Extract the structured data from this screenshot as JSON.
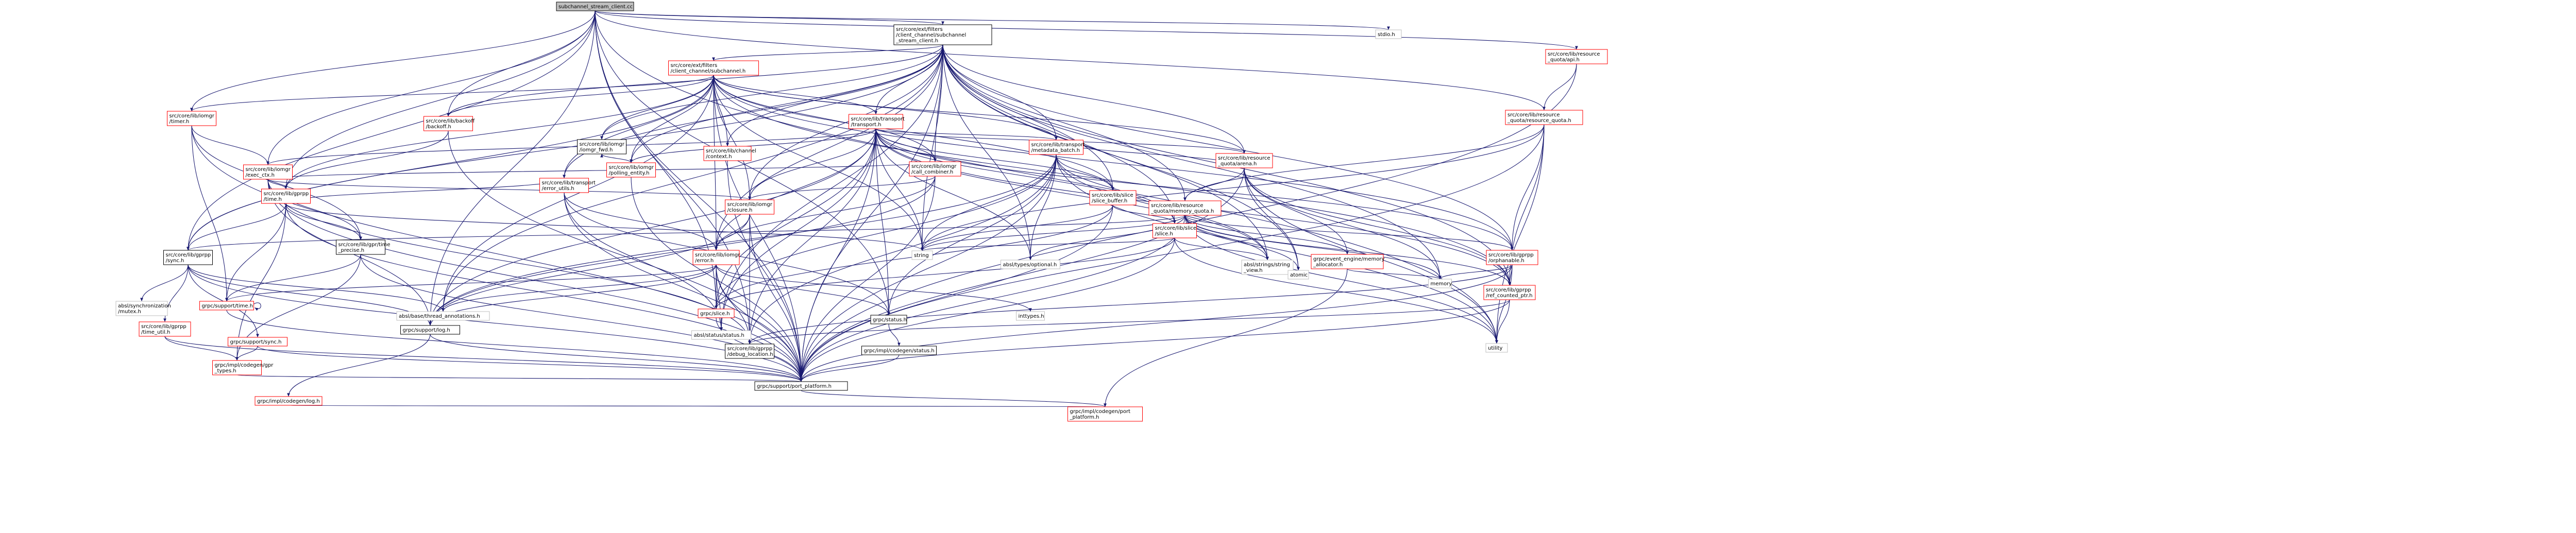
{
  "graph": {
    "colors": {
      "edge": "#191970",
      "root_fill": "#bfbfbf",
      "node_fill": "#ffffff",
      "node_stroke_red": "#ff0000",
      "node_stroke_gray": "#bfbfbf",
      "text_red": "#ff0000",
      "text_plain": "#000000",
      "text_black": "#000000",
      "root_stroke": "#000000"
    },
    "nodes": [
      {
        "id": "n0",
        "lines": [
          "subchannel_stream_client.cc"
        ],
        "style": "root"
      },
      {
        "id": "n1",
        "lines": [
          "src/core/ext/filters",
          "/client_channel/subchannel",
          "_stream_client.h"
        ],
        "style": "plain"
      },
      {
        "id": "n2",
        "lines": [
          "stdio.h"
        ],
        "style": "gray"
      },
      {
        "id": "n3",
        "lines": [
          "src/core/lib/resource",
          "_quota/api.h"
        ],
        "style": "red"
      },
      {
        "id": "n4",
        "lines": [
          "src/core/ext/filters",
          "/client_channel/subchannel.h"
        ],
        "style": "red"
      },
      {
        "id": "n5",
        "lines": [
          "src/core/lib/iomgr",
          "/timer.h"
        ],
        "style": "red"
      },
      {
        "id": "n6",
        "lines": [
          "src/core/lib/backoff",
          "/backoff.h"
        ],
        "style": "red"
      },
      {
        "id": "n7",
        "lines": [
          "src/core/lib/transport",
          "/transport.h"
        ],
        "style": "red"
      },
      {
        "id": "n8",
        "lines": [
          "src/core/lib/resource",
          "_quota/resource_quota.h"
        ],
        "style": "red"
      },
      {
        "id": "n9",
        "lines": [
          "src/core/lib/iomgr",
          "/iomgr_fwd.h"
        ],
        "style": "plain"
      },
      {
        "id": "n10",
        "lines": [
          "src/core/lib/iomgr",
          "/polling_entity.h"
        ],
        "style": "red"
      },
      {
        "id": "n11",
        "lines": [
          "src/core/lib/channel",
          "/context.h"
        ],
        "style": "red"
      },
      {
        "id": "n12",
        "lines": [
          "src/core/lib/iomgr",
          "/call_combiner.h"
        ],
        "style": "red"
      },
      {
        "id": "n13",
        "lines": [
          "src/core/lib/transport",
          "/metadata_batch.h"
        ],
        "style": "red"
      },
      {
        "id": "n14",
        "lines": [
          "src/core/lib/iomgr",
          "/exec_ctx.h"
        ],
        "style": "red"
      },
      {
        "id": "n15",
        "lines": [
          "src/core/lib/transport",
          "/error_utils.h"
        ],
        "style": "red"
      },
      {
        "id": "n16",
        "lines": [
          "src/core/lib/slice",
          "/slice_buffer.h"
        ],
        "style": "red"
      },
      {
        "id": "n17",
        "lines": [
          "src/core/lib/resource",
          "_quota/arena.h"
        ],
        "style": "red"
      },
      {
        "id": "n18",
        "lines": [
          "src/core/lib/gprpp",
          "/time.h"
        ],
        "style": "red"
      },
      {
        "id": "n19",
        "lines": [
          "src/core/lib/iomgr",
          "/closure.h"
        ],
        "style": "red"
      },
      {
        "id": "n20",
        "lines": [
          "src/core/lib/slice",
          "/slice.h"
        ],
        "style": "red"
      },
      {
        "id": "n21",
        "lines": [
          "src/core/lib/resource",
          "_quota/memory_quota.h"
        ],
        "style": "red"
      },
      {
        "id": "n22",
        "lines": [
          "src/core/lib/gprpp",
          "/sync.h"
        ],
        "style": "plain"
      },
      {
        "id": "n23",
        "lines": [
          "src/core/lib/gpr/time",
          "_precise.h"
        ],
        "style": "plain"
      },
      {
        "id": "n24",
        "lines": [
          "src/core/lib/iomgr",
          "/error.h"
        ],
        "style": "red"
      },
      {
        "id": "n25",
        "lines": [
          "string"
        ],
        "style": "gray"
      },
      {
        "id": "n26",
        "lines": [
          "absl/types/optional.h"
        ],
        "style": "gray"
      },
      {
        "id": "n27",
        "lines": [
          "absl/strings/string",
          "_view.h"
        ],
        "style": "gray"
      },
      {
        "id": "n28",
        "lines": [
          "atomic"
        ],
        "style": "gray"
      },
      {
        "id": "n29",
        "lines": [
          "grpc/event_engine/memory",
          "_allocator.h"
        ],
        "style": "red"
      },
      {
        "id": "n30",
        "lines": [
          "src/core/lib/gprpp",
          "/orphanable.h"
        ],
        "style": "red"
      },
      {
        "id": "n31",
        "lines": [
          "memory"
        ],
        "style": "gray"
      },
      {
        "id": "n32",
        "lines": [
          "src/core/lib/gprpp",
          "/ref_counted_ptr.h"
        ],
        "style": "red"
      },
      {
        "id": "n33",
        "lines": [
          "absl/synchronization",
          "/mutex.h"
        ],
        "style": "gray"
      },
      {
        "id": "n34",
        "lines": [
          "src/core/lib/gprpp",
          "/time_util.h"
        ],
        "style": "red"
      },
      {
        "id": "n35",
        "lines": [
          "grpc/support/time.h"
        ],
        "style": "red"
      },
      {
        "id": "n36",
        "lines": [
          "absl/base/thread_annotations.h"
        ],
        "style": "gray"
      },
      {
        "id": "n37",
        "lines": [
          "grpc/support/log.h"
        ],
        "style": "plain"
      },
      {
        "id": "n38",
        "lines": [
          "absl/status/status.h"
        ],
        "style": "gray"
      },
      {
        "id": "n39",
        "lines": [
          "grpc/slice.h"
        ],
        "style": "red"
      },
      {
        "id": "n40",
        "lines": [
          "grpc/status.h"
        ],
        "style": "plain"
      },
      {
        "id": "n41",
        "lines": [
          "inttypes.h"
        ],
        "style": "gray"
      },
      {
        "id": "n42",
        "lines": [
          "grpc/support/sync.h"
        ],
        "style": "red"
      },
      {
        "id": "n43",
        "lines": [
          "src/core/lib/gprpp",
          "/debug_location.h"
        ],
        "style": "plain"
      },
      {
        "id": "n44",
        "lines": [
          "utility"
        ],
        "style": "gray"
      },
      {
        "id": "n45",
        "lines": [
          "grpc/impl/codegen/status.h"
        ],
        "style": "plain"
      },
      {
        "id": "n46",
        "lines": [
          "grpc/impl/codegen/gpr",
          "_types.h"
        ],
        "style": "red"
      },
      {
        "id": "n47",
        "lines": [
          "grpc/support/port_platform.h"
        ],
        "style": "plain"
      },
      {
        "id": "n48",
        "lines": [
          "grpc/impl/codegen/log.h"
        ],
        "style": "red"
      },
      {
        "id": "n49",
        "lines": [
          "grpc/impl/codegen/port",
          "_platform.h"
        ],
        "style": "red"
      }
    ],
    "edges": [
      [
        "n0",
        "n1"
      ],
      [
        "n0",
        "n2"
      ],
      [
        "n0",
        "n3"
      ],
      [
        "n0",
        "n5"
      ],
      [
        "n0",
        "n6"
      ],
      [
        "n0",
        "n14"
      ],
      [
        "n0",
        "n18"
      ],
      [
        "n0",
        "n22"
      ],
      [
        "n0",
        "n37"
      ],
      [
        "n0",
        "n39"
      ],
      [
        "n0",
        "n40"
      ],
      [
        "n0",
        "n47"
      ],
      [
        "n0",
        "n43"
      ],
      [
        "n0",
        "n44"
      ],
      [
        "n0",
        "n8"
      ],
      [
        "n1",
        "n4"
      ],
      [
        "n1",
        "n7"
      ],
      [
        "n1",
        "n9"
      ],
      [
        "n1",
        "n10"
      ],
      [
        "n1",
        "n11"
      ],
      [
        "n1",
        "n12"
      ],
      [
        "n1",
        "n13"
      ],
      [
        "n1",
        "n15"
      ],
      [
        "n1",
        "n16"
      ],
      [
        "n1",
        "n17"
      ],
      [
        "n1",
        "n19"
      ],
      [
        "n1",
        "n20"
      ],
      [
        "n1",
        "n21"
      ],
      [
        "n1",
        "n22"
      ],
      [
        "n1",
        "n24"
      ],
      [
        "n1",
        "n26"
      ],
      [
        "n1",
        "n27"
      ],
      [
        "n1",
        "n28"
      ],
      [
        "n1",
        "n30"
      ],
      [
        "n1",
        "n32"
      ],
      [
        "n1",
        "n31"
      ],
      [
        "n1",
        "n36"
      ],
      [
        "n1",
        "n38"
      ],
      [
        "n1",
        "n25"
      ],
      [
        "n1",
        "n6"
      ],
      [
        "n1",
        "n47"
      ],
      [
        "n3",
        "n8"
      ],
      [
        "n3",
        "n47"
      ],
      [
        "n4",
        "n5"
      ],
      [
        "n4",
        "n6"
      ],
      [
        "n4",
        "n7"
      ],
      [
        "n4",
        "n9"
      ],
      [
        "n4",
        "n10"
      ],
      [
        "n4",
        "n11"
      ],
      [
        "n4",
        "n12"
      ],
      [
        "n4",
        "n13"
      ],
      [
        "n4",
        "n15"
      ],
      [
        "n4",
        "n16"
      ],
      [
        "n4",
        "n17"
      ],
      [
        "n4",
        "n18"
      ],
      [
        "n4",
        "n19"
      ],
      [
        "n4",
        "n22"
      ],
      [
        "n4",
        "n24"
      ],
      [
        "n4",
        "n30"
      ],
      [
        "n4",
        "n32"
      ],
      [
        "n4",
        "n36"
      ],
      [
        "n4",
        "n25"
      ],
      [
        "n4",
        "n47"
      ],
      [
        "n5",
        "n14"
      ],
      [
        "n5",
        "n23"
      ],
      [
        "n5",
        "n35"
      ],
      [
        "n5",
        "n47"
      ],
      [
        "n6",
        "n18"
      ],
      [
        "n6",
        "n47"
      ],
      [
        "n7",
        "n10"
      ],
      [
        "n7",
        "n12"
      ],
      [
        "n7",
        "n13"
      ],
      [
        "n7",
        "n14"
      ],
      [
        "n7",
        "n16"
      ],
      [
        "n7",
        "n17"
      ],
      [
        "n7",
        "n19"
      ],
      [
        "n7",
        "n24"
      ],
      [
        "n7",
        "n20"
      ],
      [
        "n7",
        "n26"
      ],
      [
        "n7",
        "n27"
      ],
      [
        "n7",
        "n38"
      ],
      [
        "n7",
        "n39"
      ],
      [
        "n7",
        "n40"
      ],
      [
        "n7",
        "n43"
      ],
      [
        "n7",
        "n25"
      ],
      [
        "n7",
        "n32"
      ],
      [
        "n7",
        "n30"
      ],
      [
        "n7",
        "n47"
      ],
      [
        "n7",
        "n37"
      ],
      [
        "n8",
        "n21"
      ],
      [
        "n8",
        "n30"
      ],
      [
        "n8",
        "n32"
      ],
      [
        "n8",
        "n25"
      ],
      [
        "n8",
        "n44"
      ],
      [
        "n8",
        "n47"
      ],
      [
        "n10",
        "n9"
      ],
      [
        "n10",
        "n47"
      ],
      [
        "n11",
        "n47"
      ],
      [
        "n12",
        "n19"
      ],
      [
        "n12",
        "n14"
      ],
      [
        "n12",
        "n24"
      ],
      [
        "n12",
        "n37"
      ],
      [
        "n12",
        "n47"
      ],
      [
        "n13",
        "n16"
      ],
      [
        "n13",
        "n17"
      ],
      [
        "n13",
        "n20"
      ],
      [
        "n13",
        "n26"
      ],
      [
        "n13",
        "n27"
      ],
      [
        "n13",
        "n37"
      ],
      [
        "n13",
        "n39"
      ],
      [
        "n13",
        "n43"
      ],
      [
        "n13",
        "n40"
      ],
      [
        "n13",
        "n44"
      ],
      [
        "n13",
        "n25"
      ],
      [
        "n13",
        "n47"
      ],
      [
        "n14",
        "n18"
      ],
      [
        "n14",
        "n23"
      ],
      [
        "n14",
        "n37"
      ],
      [
        "n14",
        "n19"
      ],
      [
        "n14",
        "n43"
      ],
      [
        "n14",
        "n47"
      ],
      [
        "n15",
        "n24"
      ],
      [
        "n15",
        "n18"
      ],
      [
        "n15",
        "n38"
      ],
      [
        "n15",
        "n40"
      ],
      [
        "n15",
        "n47"
      ],
      [
        "n16",
        "n20"
      ],
      [
        "n16",
        "n39"
      ],
      [
        "n16",
        "n25"
      ],
      [
        "n16",
        "n47"
      ],
      [
        "n17",
        "n21"
      ],
      [
        "n17",
        "n29"
      ],
      [
        "n17",
        "n31"
      ],
      [
        "n17",
        "n32"
      ],
      [
        "n17",
        "n28"
      ],
      [
        "n17",
        "n44"
      ],
      [
        "n17",
        "n47"
      ],
      [
        "n18",
        "n22"
      ],
      [
        "n18",
        "n23"
      ],
      [
        "n18",
        "n35"
      ],
      [
        "n18",
        "n25"
      ],
      [
        "n18",
        "n46"
      ],
      [
        "n18",
        "n47"
      ],
      [
        "n19",
        "n24"
      ],
      [
        "n19",
        "n37"
      ],
      [
        "n19",
        "n43"
      ],
      [
        "n19",
        "n47"
      ],
      [
        "n20",
        "n39"
      ],
      [
        "n20",
        "n27"
      ],
      [
        "n20",
        "n25"
      ],
      [
        "n20",
        "n44"
      ],
      [
        "n20",
        "n47"
      ],
      [
        "n21",
        "n29"
      ],
      [
        "n21",
        "n30"
      ],
      [
        "n21",
        "n22"
      ],
      [
        "n21",
        "n27"
      ],
      [
        "n21",
        "n26"
      ],
      [
        "n21",
        "n28"
      ],
      [
        "n21",
        "n31"
      ],
      [
        "n21",
        "n32"
      ],
      [
        "n21",
        "n44"
      ],
      [
        "n21",
        "n25"
      ],
      [
        "n21",
        "n47"
      ],
      [
        "n22",
        "n33"
      ],
      [
        "n22",
        "n34"
      ],
      [
        "n22",
        "n36"
      ],
      [
        "n22",
        "n37"
      ],
      [
        "n22",
        "n42"
      ],
      [
        "n22",
        "n47"
      ],
      [
        "n23",
        "n35"
      ],
      [
        "n23",
        "n46"
      ],
      [
        "n23",
        "n47"
      ],
      [
        "n24",
        "n36"
      ],
      [
        "n24",
        "n37"
      ],
      [
        "n24",
        "n38"
      ],
      [
        "n24",
        "n39"
      ],
      [
        "n24",
        "n40"
      ],
      [
        "n24",
        "n41"
      ],
      [
        "n24",
        "n43"
      ],
      [
        "n24",
        "n35"
      ],
      [
        "n24",
        "n47"
      ],
      [
        "n29",
        "n31"
      ],
      [
        "n29",
        "n49"
      ],
      [
        "n30",
        "n32"
      ],
      [
        "n30",
        "n43"
      ],
      [
        "n30",
        "n44"
      ],
      [
        "n30",
        "n31"
      ],
      [
        "n30",
        "n47"
      ],
      [
        "n32",
        "n43"
      ],
      [
        "n32",
        "n44"
      ],
      [
        "n32",
        "n47"
      ],
      [
        "n34",
        "n46"
      ],
      [
        "n34",
        "n47"
      ],
      [
        "n35",
        "n35"
      ],
      [
        "n35",
        "n47"
      ],
      [
        "n37",
        "n48"
      ],
      [
        "n37",
        "n47"
      ],
      [
        "n39",
        "n47"
      ],
      [
        "n40",
        "n45"
      ],
      [
        "n42",
        "n46"
      ],
      [
        "n42",
        "n47"
      ],
      [
        "n45",
        "n47"
      ],
      [
        "n46",
        "n47"
      ],
      [
        "n48",
        "n49"
      ],
      [
        "n47",
        "n49"
      ]
    ]
  }
}
